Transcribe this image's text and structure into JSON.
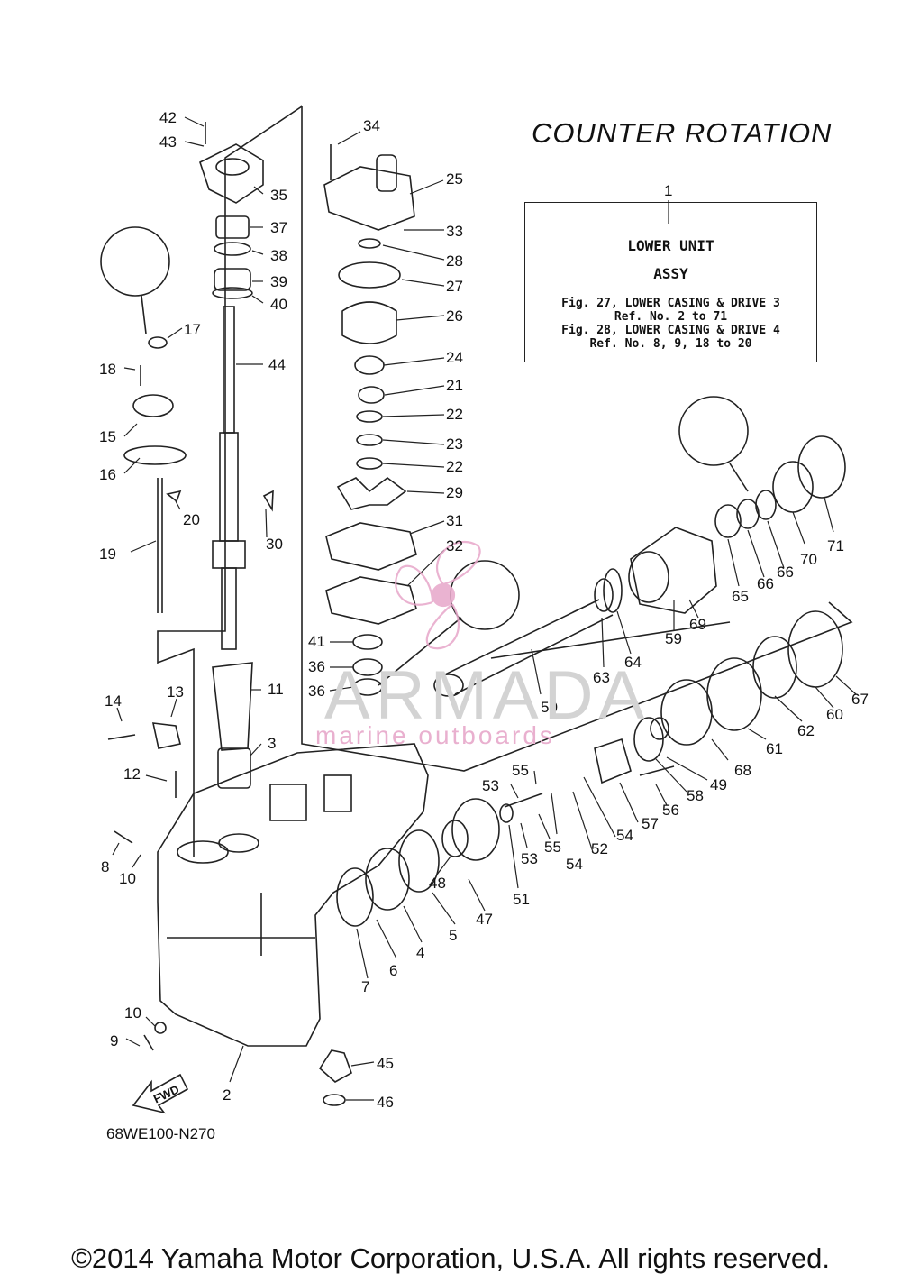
{
  "heading": "COUNTER  ROTATION",
  "assembly_box": {
    "ref_number": "1",
    "line1": "LOWER UNIT",
    "line2": "ASSY",
    "line3": "Fig. 27, LOWER CASING & DRIVE 3",
    "line4": "Ref. No. 2 to 71",
    "line5": "Fig. 28, LOWER CASING & DRIVE 4",
    "line6": "Ref. No. 8, 9, 18 to 20"
  },
  "watermark": {
    "word": "ARMADA",
    "sub": "marine outboards"
  },
  "fwd_label": "FWD",
  "drawing_code": "68WE100-N270",
  "copyright": "©2014 Yamaha Motor Corporation, U.S.A. All rights reserved.",
  "part_numbers": [
    "42",
    "43",
    "35",
    "37",
    "38",
    "39",
    "40",
    "44",
    "17",
    "18",
    "15",
    "16",
    "20",
    "19",
    "30",
    "11",
    "3",
    "13",
    "14",
    "12",
    "8",
    "10",
    "10",
    "9",
    "2",
    "34",
    "25",
    "33",
    "28",
    "27",
    "26",
    "24",
    "21",
    "22",
    "23",
    "22",
    "29",
    "31",
    "32",
    "41",
    "36",
    "36",
    "1",
    "71",
    "70",
    "66",
    "66",
    "65",
    "69",
    "59",
    "64",
    "63",
    "50",
    "67",
    "60",
    "62",
    "61",
    "68",
    "49",
    "58",
    "56",
    "57",
    "54",
    "52",
    "54",
    "55",
    "55",
    "53",
    "53",
    "51",
    "48",
    "47",
    "5",
    "4",
    "6",
    "7",
    "45",
    "46"
  ]
}
